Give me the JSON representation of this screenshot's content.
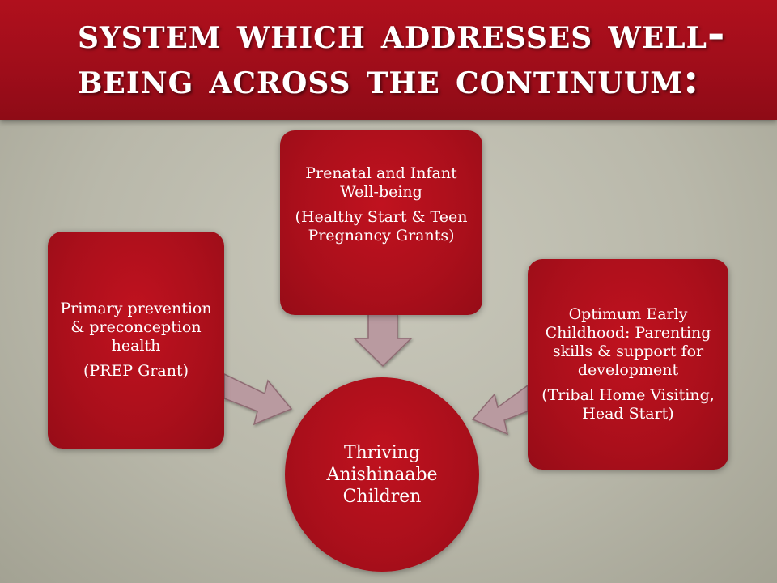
{
  "slide": {
    "title": "System which addresses well-being across the continuum:"
  },
  "diagram": {
    "center": {
      "label": "Thriving Anishinaabe Children"
    },
    "left": {
      "heading": "Primary prevention & preconception health",
      "detail": "(PREP Grant)"
    },
    "top": {
      "heading": "Prenatal and Infant Well-being",
      "detail": "(Healthy Start & Teen Pregnancy Grants)"
    },
    "right": {
      "heading": "Optimum Early Childhood: Parenting skills & support for development",
      "detail": "(Tribal Home Visiting, Head Start)"
    }
  },
  "colors": {
    "title_bar": "#a50e1b",
    "node_fill": "#ab0f1c",
    "arrow_fill": "#b99aa0",
    "background": "#bfbeb0"
  }
}
